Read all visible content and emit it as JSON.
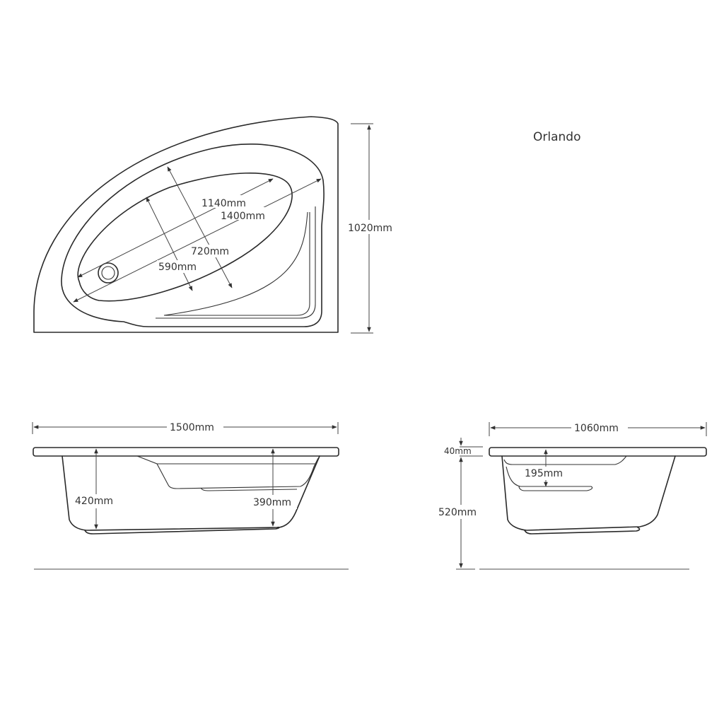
{
  "title": "Orlando",
  "plan_view": {
    "overall_depth": "1020mm",
    "outer_length": "1400mm",
    "inner_length": "1140mm",
    "outer_width": "720mm",
    "inner_width": "590mm"
  },
  "front_elevation": {
    "length": "1500mm",
    "depth_left": "420mm",
    "depth_right": "390mm"
  },
  "side_elevation": {
    "width": "1060mm",
    "rim_thickness": "40mm",
    "seat_depth": "195mm",
    "overall_height": "520mm"
  },
  "colors": {
    "line": "#2a2a2a",
    "text": "#333333",
    "ground_line": "#888888"
  }
}
